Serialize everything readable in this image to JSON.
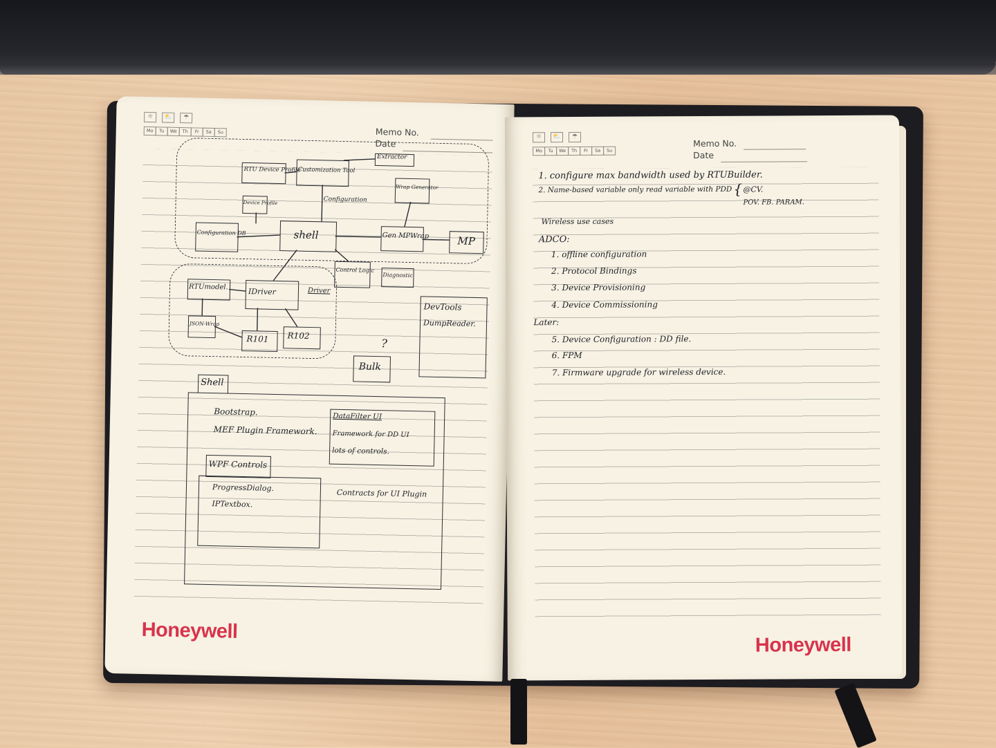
{
  "header": {
    "memo_label": "Memo No.",
    "date_label": "Date",
    "days": [
      "Mo",
      "Tu",
      "We",
      "Th",
      "Fr",
      "Sa",
      "Su"
    ],
    "weather_icons": [
      "sun-icon",
      "cloud-sun-icon",
      "rain-icon"
    ]
  },
  "brand": "Honeywell",
  "left_page": {
    "diagram": {
      "extractor": "Extractor",
      "rtu_profile": "RTU Device Profile",
      "customization": "Customization Tool",
      "wrap_generator": "Wrap Generator",
      "configuration": "Configuration",
      "config_profile": "Device Profile",
      "config_db": "Configuration DB",
      "shell": "shell",
      "mpwrap": "Gen MPWrap",
      "mp": "MP",
      "control_logic": "Control Logic",
      "diagnostic": "Diagnostic",
      "rtu_model": "RTUmodel.",
      "idriver": "IDriver",
      "driver": "Driver",
      "devtools": "DevTools",
      "dumpreader": "DumpReader.",
      "jsonwrap": "JSON-Wrap",
      "r101": "R101",
      "r102": "R102",
      "question": "?",
      "bulk": "Bulk"
    },
    "shell_section": {
      "title": "Shell",
      "bootstrap": "Bootstrap.",
      "mef": "MEF Plugin Framework.",
      "datafilter_title": "DataFilter UI",
      "datafilter_line1": "Framework for DD UI",
      "datafilter_line2": "lots of controls.",
      "wpf_title": "WPF Controls",
      "wpf_line1": "ProgressDialog.",
      "wpf_line2": "IPTextbox.",
      "contracts": "Contracts for UI Plugin"
    }
  },
  "right_page": {
    "items": [
      "1. configure max bandwidth used by RTUBuilder.",
      "2. Name-based variable only read variable with PDD",
      "Wireless use cases",
      "ADCO:",
      "1. offline configuration",
      "2. Protocol Bindings",
      "3. Device Provisioning",
      "4. Device Commissioning",
      "Later:",
      "5. Device Configuration : DD file.",
      "6. FPM",
      "7. Firmware upgrade for wireless device."
    ],
    "bracket_note_1": "@CV.",
    "bracket_note_2": "POV. FB. PARAM."
  }
}
